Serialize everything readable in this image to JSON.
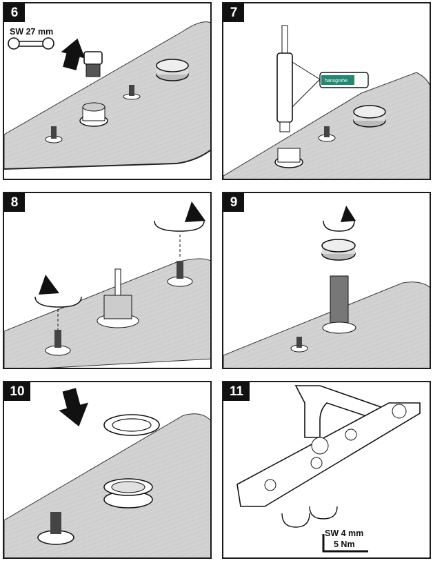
{
  "panels": [
    {
      "step": "6",
      "spec": "SW 27 mm"
    },
    {
      "step": "7",
      "product_label": "hansgrohe"
    },
    {
      "step": "8"
    },
    {
      "step": "9"
    },
    {
      "step": "10"
    },
    {
      "step": "11",
      "spec_tool": "SW 4 mm",
      "spec_torque": "5 Nm"
    }
  ]
}
